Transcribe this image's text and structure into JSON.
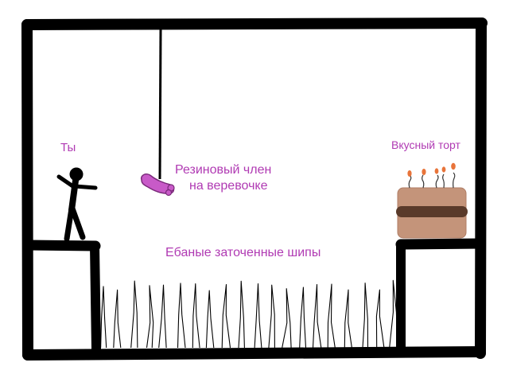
{
  "labels": {
    "player": "Ты",
    "cake": "Вкусный торт",
    "toy_line1": "Резиновый член",
    "toy_line2": "на веревочке",
    "spikes": "Ебаные заточенные шипы"
  },
  "colors": {
    "wall": "#000000",
    "text": "#b03ab3",
    "toy": "#c85ac8",
    "cake": "#c4947a",
    "cake_stripe": "#5a3a2a",
    "candle_flame": "#e8743a",
    "background": "#ffffff"
  },
  "icons": {
    "player": "stick-figure-icon",
    "toy": "pink-dildo-icon",
    "cake": "birthday-cake-icon",
    "spikes": "spike-pit-icon"
  }
}
